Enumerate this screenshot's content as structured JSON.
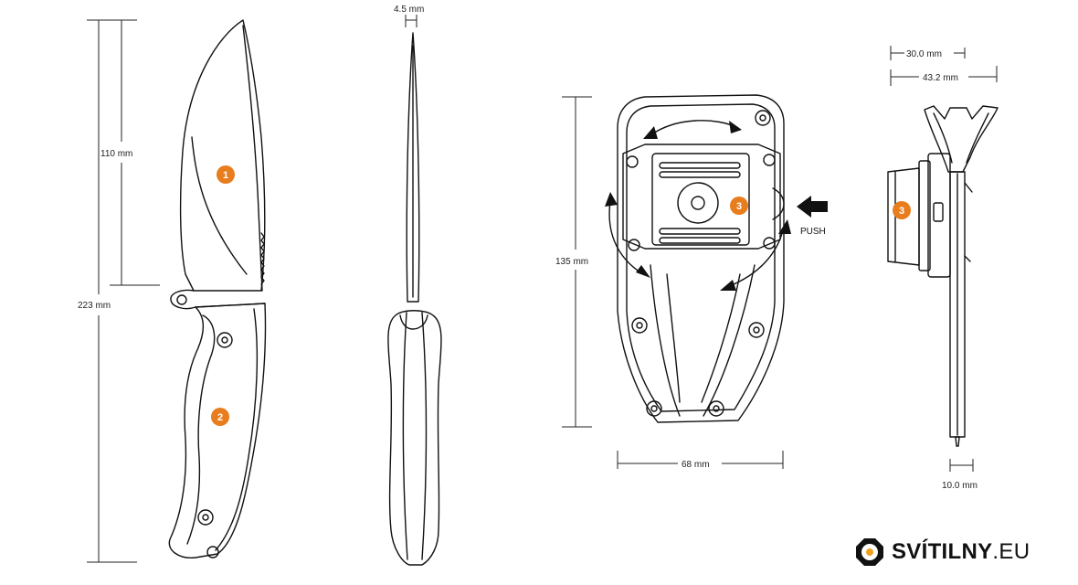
{
  "dimensions": {
    "blade_length": "110 mm",
    "overall_length": "223 mm",
    "blade_thickness": "4.5 mm",
    "sheath_height": "135 mm",
    "sheath_width": "68 mm",
    "clip_depth_1": "30.0 mm",
    "clip_depth_2": "43.2 mm",
    "clip_thickness": "10.0 mm"
  },
  "callouts": {
    "blade": "1",
    "handle": "2",
    "clip_front": "3",
    "clip_side": "3"
  },
  "push_label": "PUSH",
  "logo": {
    "name": "SVÍTILNY",
    "tld": ".EU"
  },
  "colors": {
    "callout": "#e87d1e",
    "line": "#111111",
    "logo_accent": "#f0a020"
  }
}
